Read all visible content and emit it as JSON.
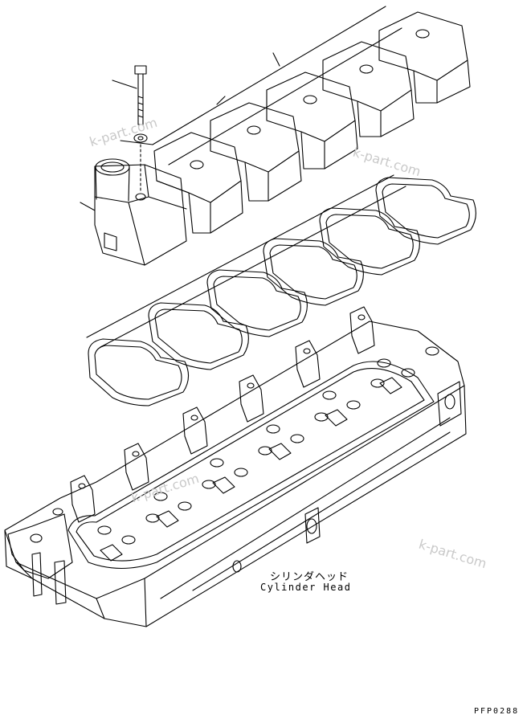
{
  "labels": {
    "part_name_jp": "シリンダヘッド",
    "part_name_en": "Cylinder Head",
    "drawing_code": "PFP0288"
  },
  "watermark": {
    "text": "k-part.com"
  },
  "colors": {
    "line": "#000000",
    "watermark": "#c9c9c9",
    "background": "#ffffff"
  }
}
